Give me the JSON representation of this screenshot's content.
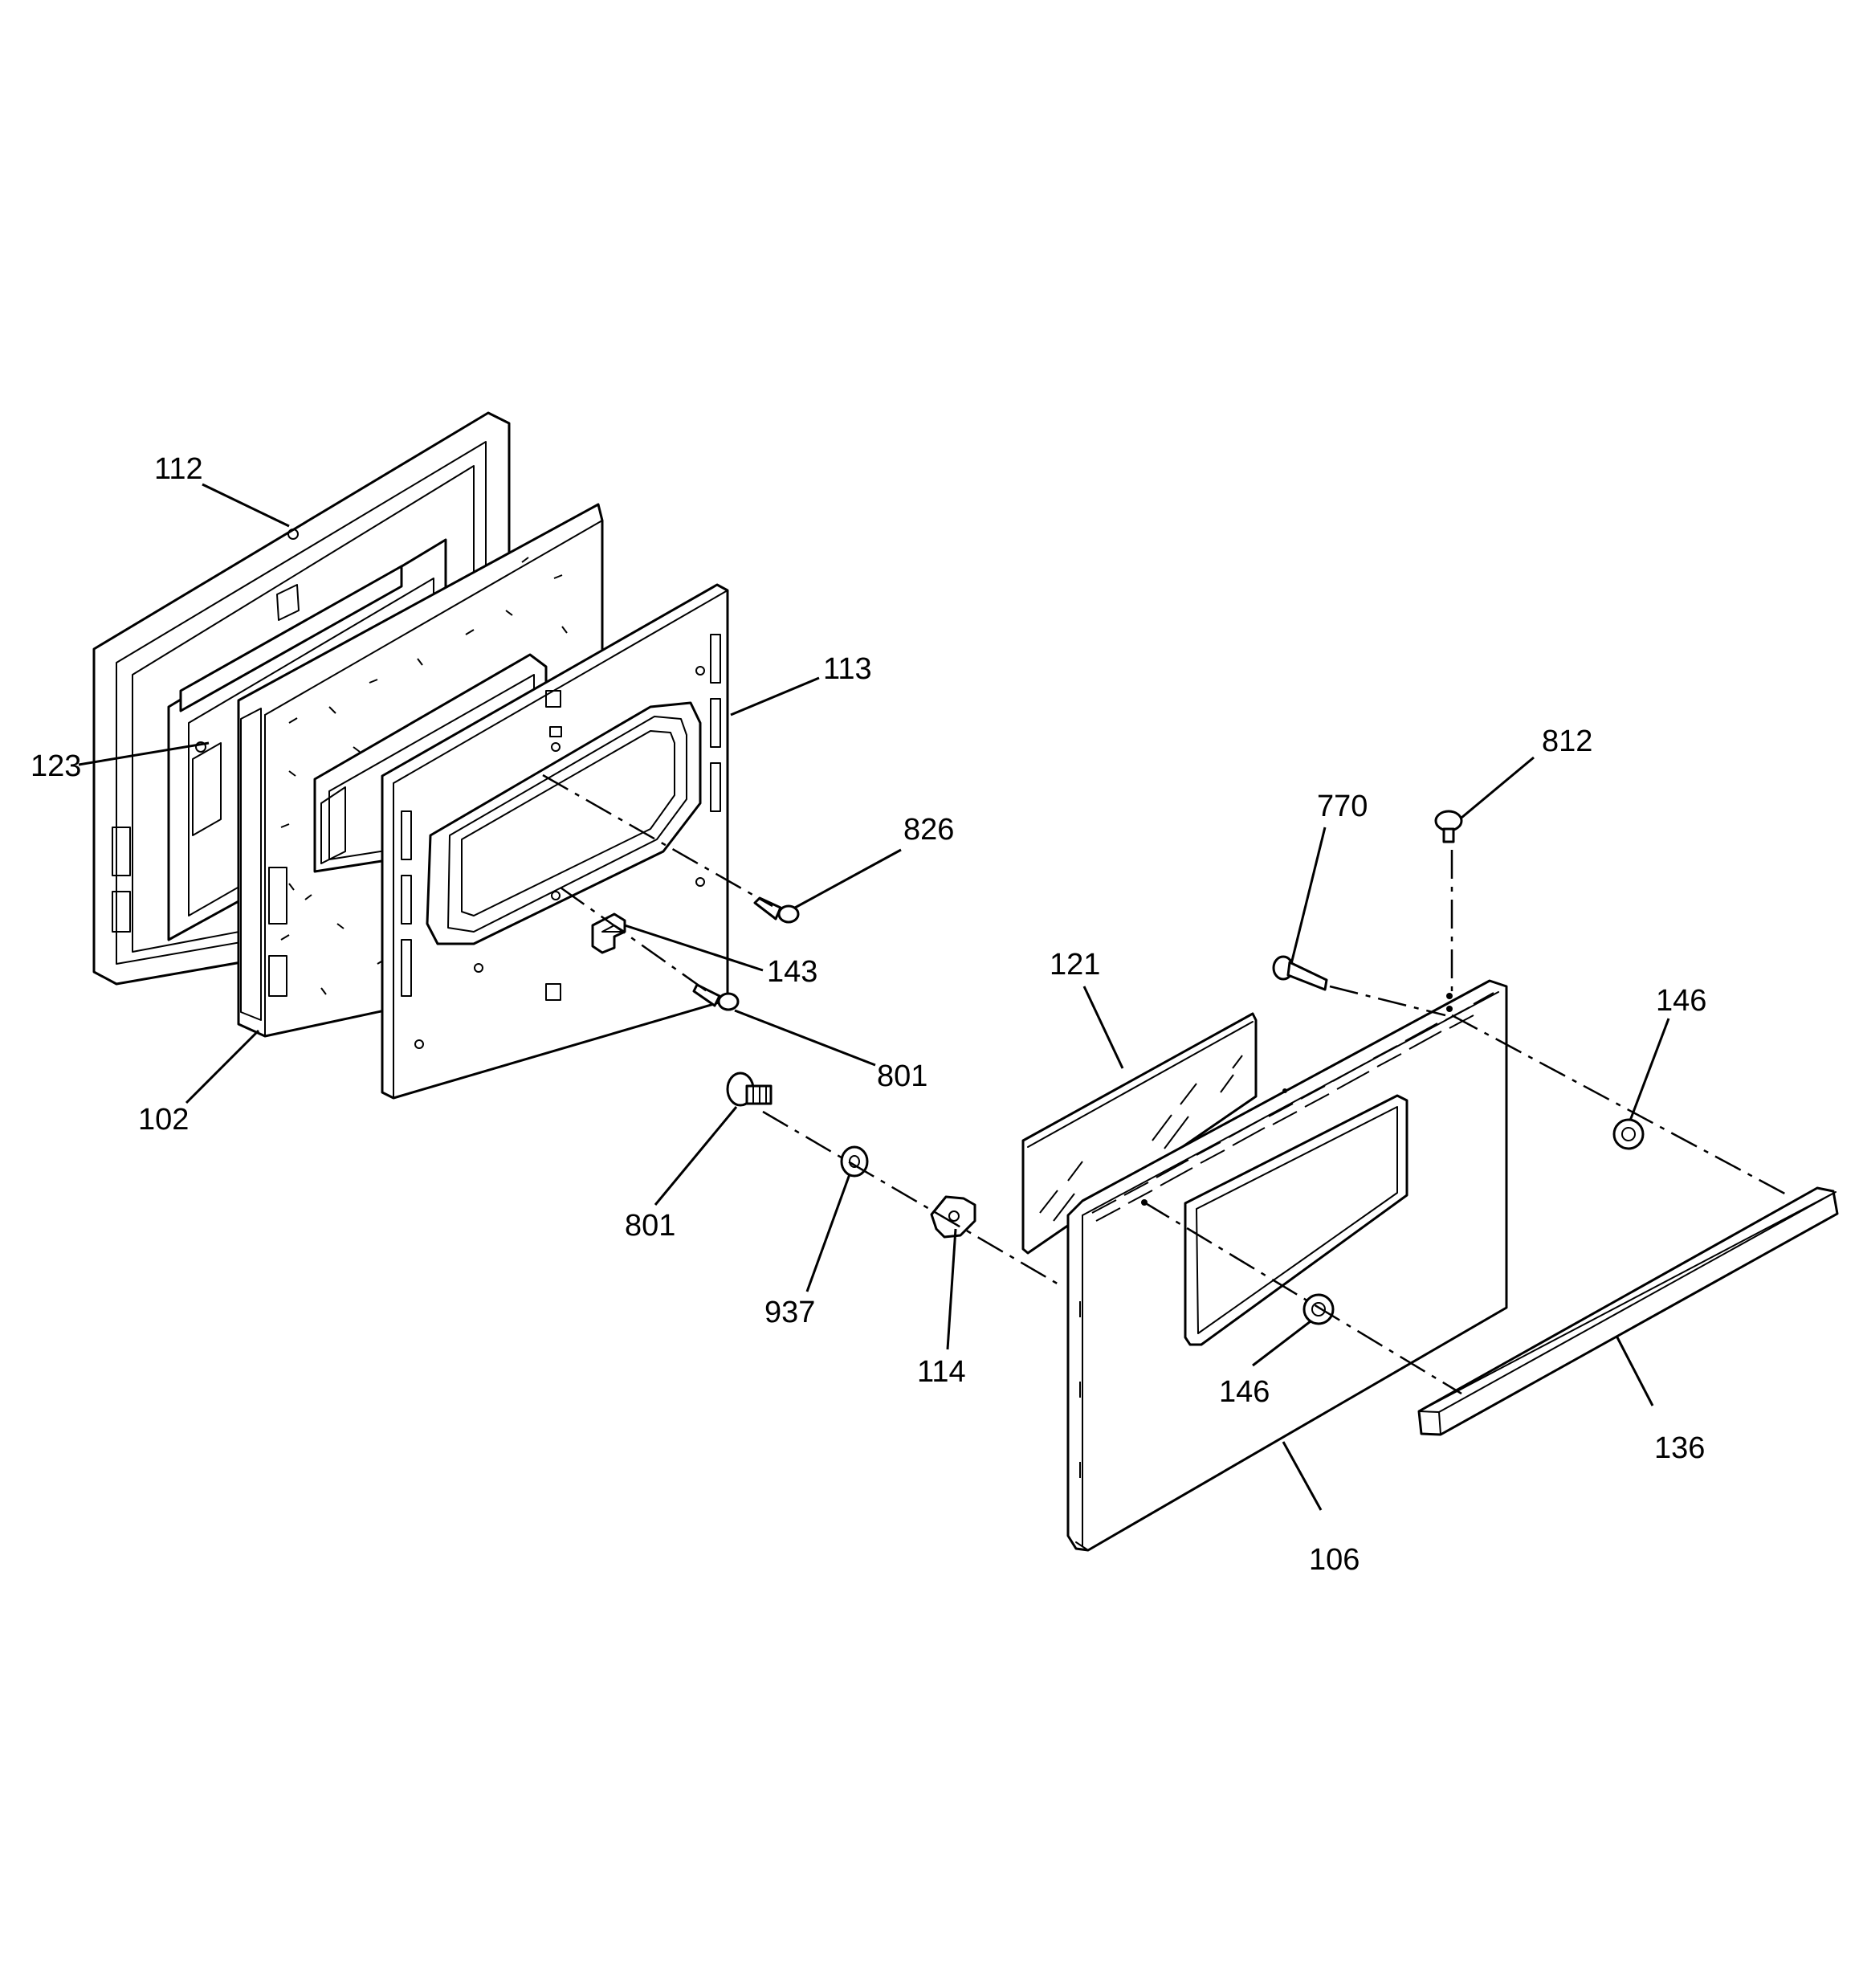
{
  "diagram": {
    "callouts": [
      {
        "id": "c112",
        "text": "112"
      },
      {
        "id": "c123",
        "text": "123"
      },
      {
        "id": "c113",
        "text": "113"
      },
      {
        "id": "c826",
        "text": "826"
      },
      {
        "id": "c143",
        "text": "143"
      },
      {
        "id": "c801a",
        "text": "801"
      },
      {
        "id": "c102",
        "text": "102"
      },
      {
        "id": "c801b",
        "text": "801"
      },
      {
        "id": "c937",
        "text": "937"
      },
      {
        "id": "c114",
        "text": "114"
      },
      {
        "id": "c121",
        "text": "121"
      },
      {
        "id": "c770",
        "text": "770"
      },
      {
        "id": "c812",
        "text": "812"
      },
      {
        "id": "c146a",
        "text": "146"
      },
      {
        "id": "c146b",
        "text": "146"
      },
      {
        "id": "c136",
        "text": "136"
      },
      {
        "id": "c106",
        "text": "106"
      }
    ],
    "colors": {
      "ink": "#000000",
      "paper": "#ffffff"
    }
  }
}
